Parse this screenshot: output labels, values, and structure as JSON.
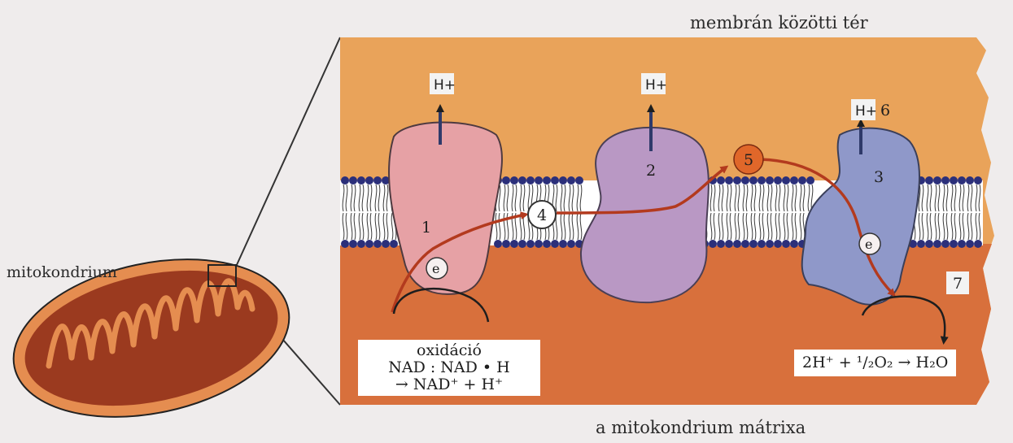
{
  "labels": {
    "intermembrane_space": "membrán közötti tér",
    "matrix": "a mitokondrium mátrixa",
    "mitochondrion": "mitokondrium"
  },
  "proton_label": "H+",
  "electron_label": "e",
  "complexes": [
    "1",
    "2",
    "3"
  ],
  "carriers": [
    "4",
    "5"
  ],
  "markers": [
    "6",
    "7"
  ],
  "oxidation_box": {
    "title": "oxidáció",
    "line1": "NAD : NAD • H",
    "line2": "→ NAD⁺ + H⁺"
  },
  "water_equation": "2H⁺ + ¹/₂O₂ → H₂O",
  "colors": {
    "intermembrane": "#e9a35a",
    "matrix": "#d8703c",
    "complex1": "#e6a1a5",
    "complex2": "#b998c4",
    "complex3": "#8f98c9",
    "carrier5": "#e0672a",
    "arrow": "#b33a1e",
    "lipid_head": "#2b2f7a"
  }
}
